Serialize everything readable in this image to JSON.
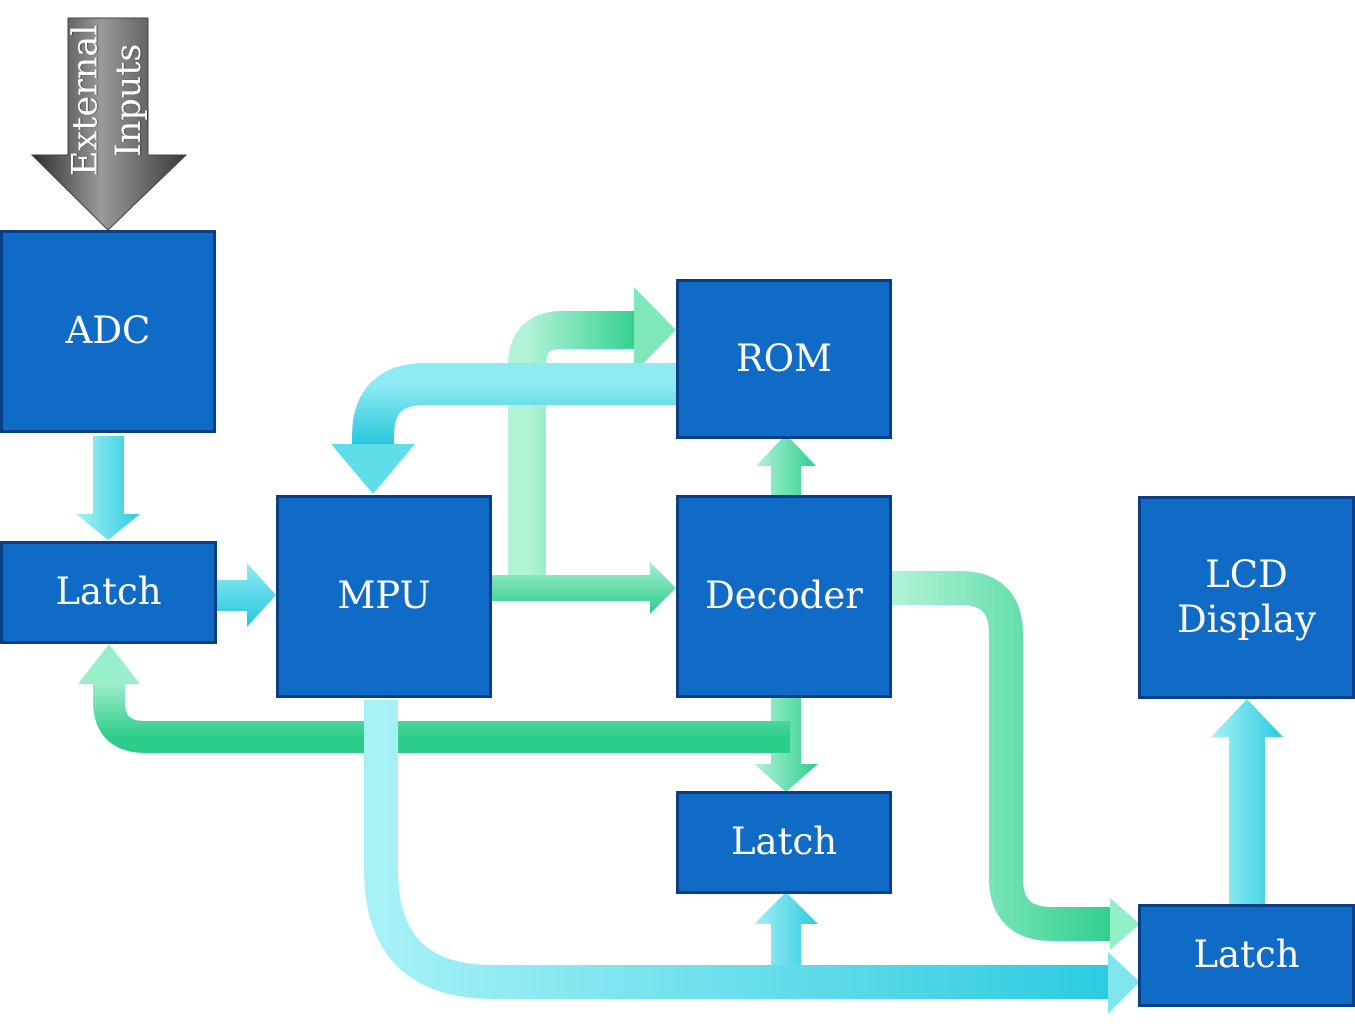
{
  "external_inputs": {
    "label": "External\nInputs"
  },
  "blocks": {
    "adc": "ADC",
    "latch_left": "Latch",
    "mpu": "MPU",
    "rom": "ROM",
    "decoder": "Decoder",
    "lcd_display": "LCD\nDisplay",
    "latch_middle": "Latch",
    "latch_right": "Latch"
  },
  "colors": {
    "block_fill": "#106bc7",
    "block_border": "#0a3f86",
    "cyan_arrow": "#3fd6e6",
    "green_arrow": "#3fd69a",
    "external_arrow": "#555555"
  }
}
